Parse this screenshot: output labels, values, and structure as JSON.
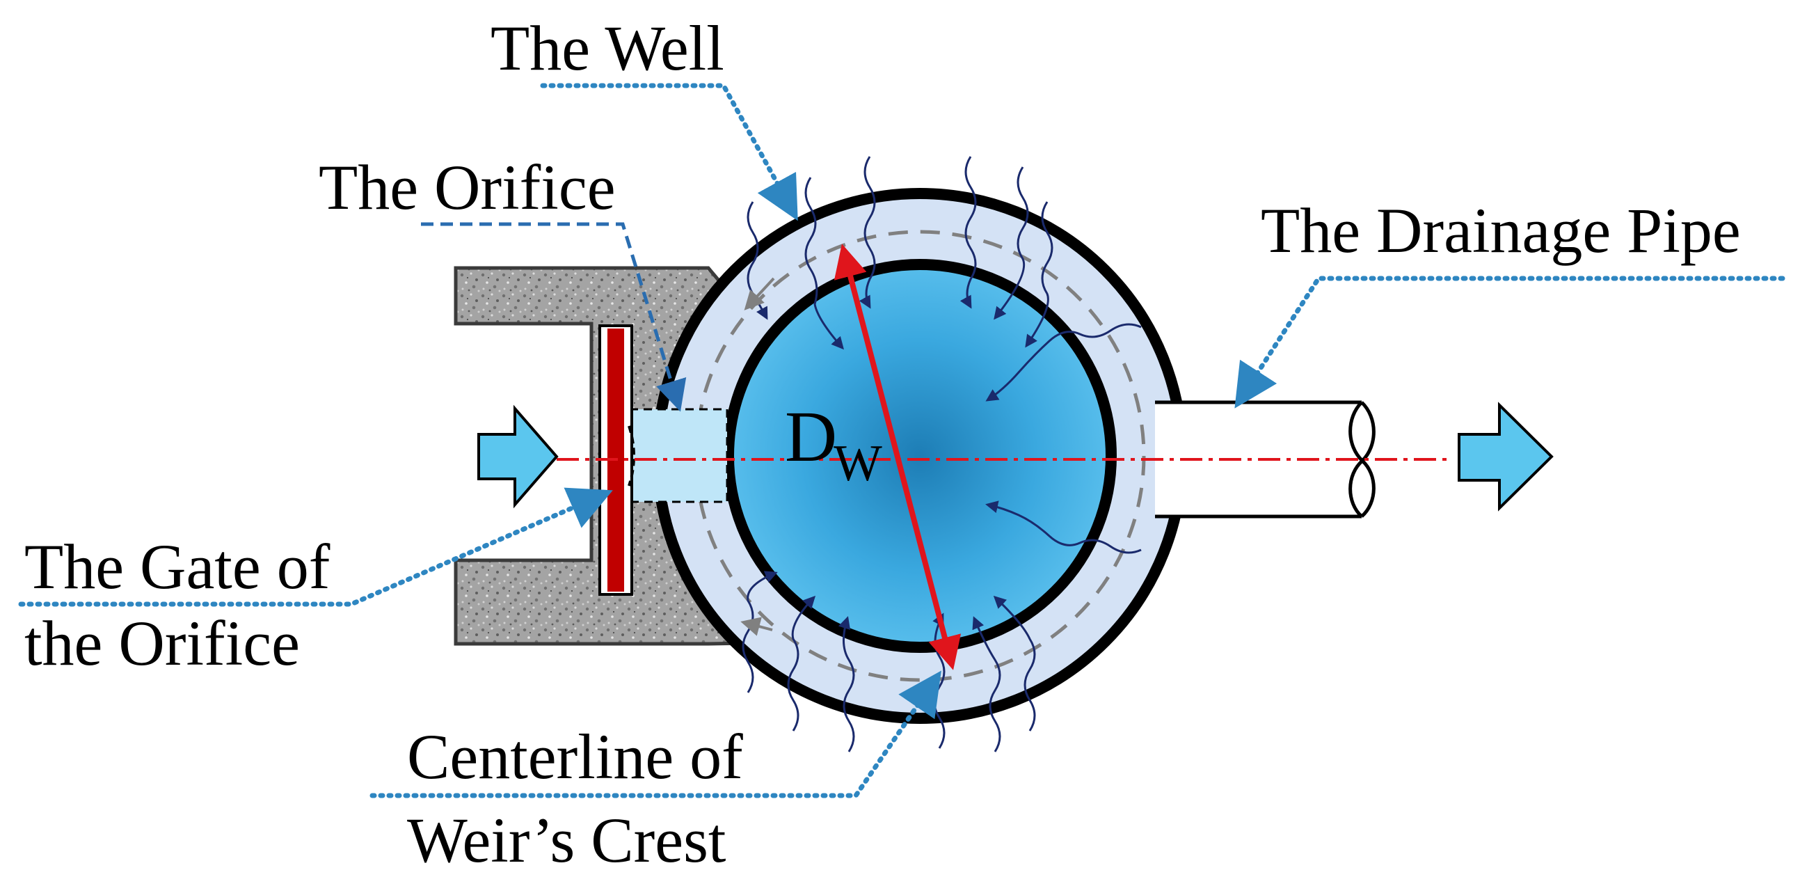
{
  "labels": {
    "well": "The Well",
    "orifice": "The Orifice",
    "drainage_pipe": "The Drainage Pipe",
    "gate_line1": "The Gate of",
    "gate_line2": "the Orifice",
    "crest_line1": "Centerline of",
    "crest_line2": "Weir’s Crest",
    "diameter_main": "D",
    "diameter_sub": "W"
  },
  "colors": {
    "ring_fill": "#d4e2f5",
    "well_fill": "#47b3e6",
    "gate": "#c00000",
    "diameter_arrow": "#e0151c",
    "centerline": "#e0151c",
    "leader_dotted": "#2e86c1",
    "leader_dashed": "#2a6db0",
    "flow_arrow": "#5bc6ee",
    "seepage_lines": "#1a2a6c",
    "concrete": "#9a9a9a"
  }
}
